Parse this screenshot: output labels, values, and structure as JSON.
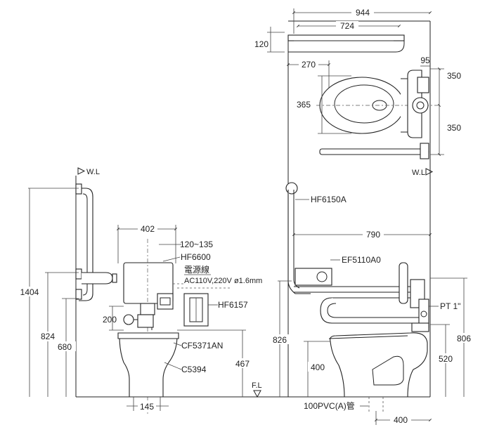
{
  "wall_label": "W.L",
  "floor_label": "F.L",
  "plan": {
    "dim_total_width": "944",
    "dim_bar_width": "724",
    "dim_bar_offset": "120",
    "dim_bowl_depth": "270",
    "dim_bowl_width": "365",
    "dim_side_95": "95",
    "dim_upper_350": "350",
    "dim_lower_350": "350"
  },
  "left_elevation": {
    "dim_grab_height": "1404",
    "dim_824": "824",
    "dim_680": "680",
    "dim_tank_width": "402",
    "dim_120_135": "120~135",
    "dim_200": "200",
    "dim_467": "467",
    "dim_145": "145",
    "label_hf6600": "HF6600",
    "label_power_line": "電源線",
    "label_power_spec": "AC110V,220V  ø1.6mm",
    "label_hf6157": "HF6157",
    "label_cf5371an": "CF5371AN",
    "label_c5394": "C5394"
  },
  "right_elevation": {
    "label_hf6150a": "HF6150A",
    "dim_790": "790",
    "label_ef5110a0": "EF5110A0",
    "label_pt": "PT 1\"",
    "dim_826": "826",
    "dim_400_height": "400",
    "dim_520": "520",
    "dim_806": "806",
    "label_pipe": "100PVC(A)管",
    "dim_400_offset": "400"
  }
}
